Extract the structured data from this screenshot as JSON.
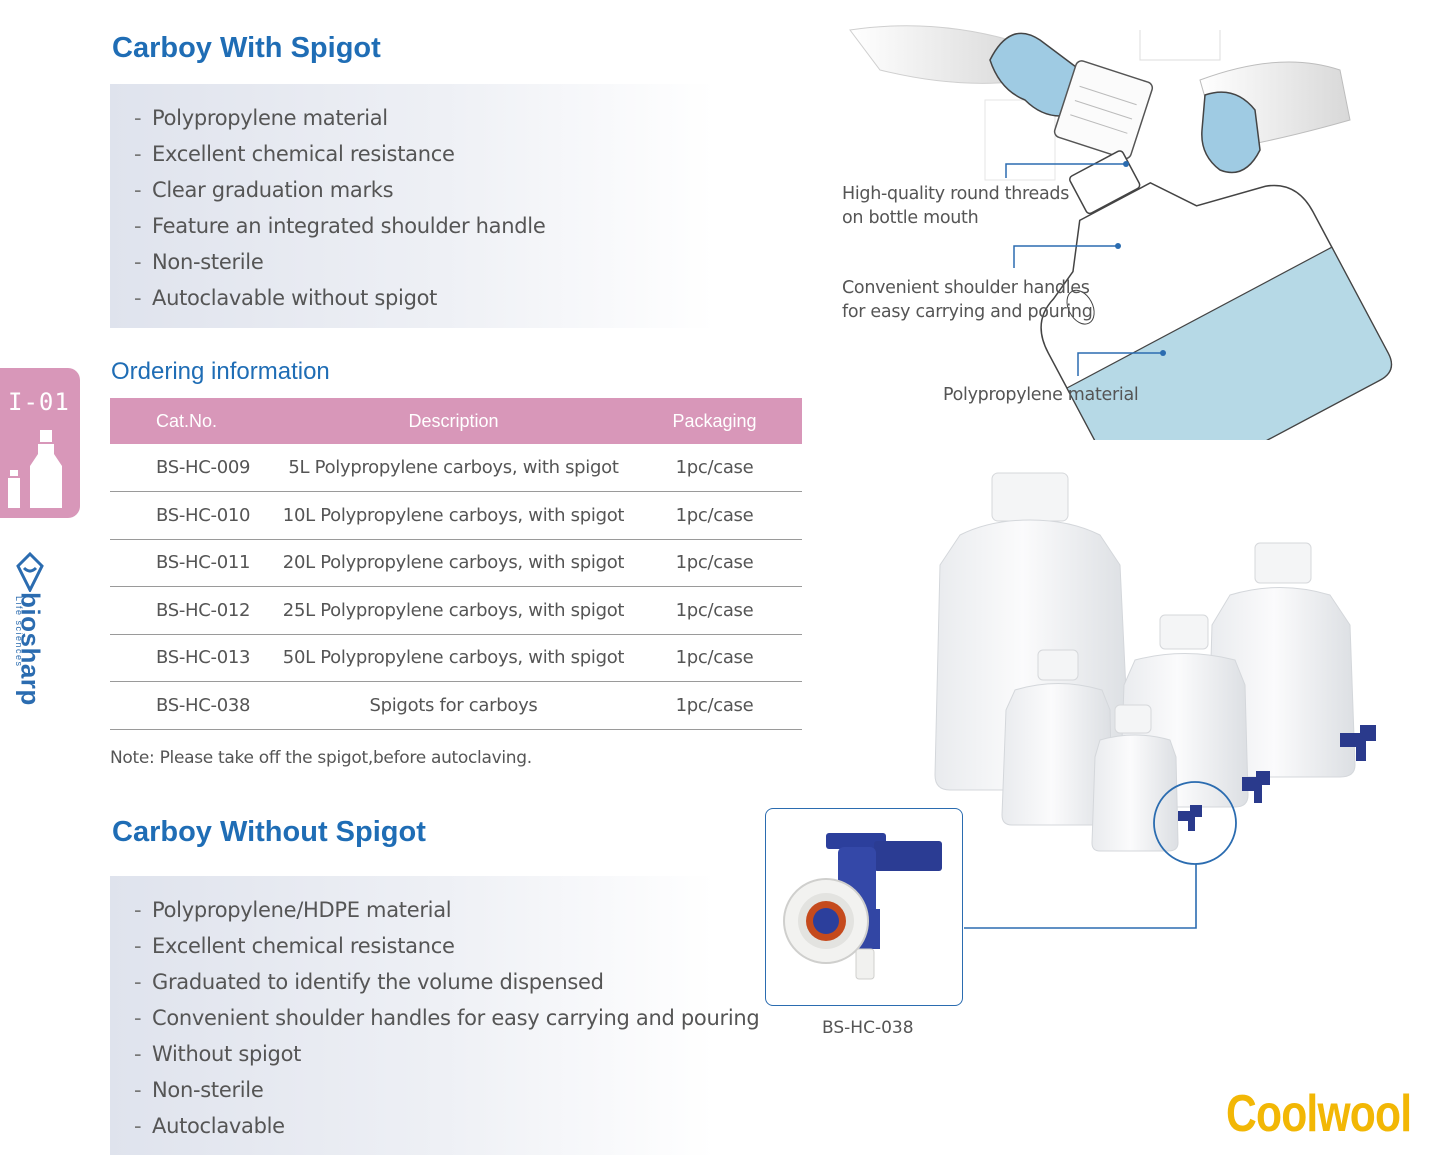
{
  "side_tab": {
    "code": "I-01"
  },
  "brand": {
    "name": "biosharp",
    "tagline": "Life sciences"
  },
  "section1": {
    "title": "Carboy With Spigot",
    "features": [
      "Polypropylene material",
      "Excellent chemical resistance",
      "Clear graduation marks",
      "Feature an integrated shoulder handle",
      "Non-sterile",
      "Autoclavable without spigot"
    ]
  },
  "ordering": {
    "title": "Ordering  information",
    "columns": [
      "Cat.No.",
      "Description",
      "Packaging"
    ],
    "rows": [
      [
        "BS-HC-009",
        "5L Polypropylene carboys, with spigot",
        "1pc/case"
      ],
      [
        "BS-HC-010",
        "10L Polypropylene carboys, with spigot",
        "1pc/case"
      ],
      [
        "BS-HC-011",
        "20L Polypropylene carboys, with spigot",
        "1pc/case"
      ],
      [
        "BS-HC-012",
        "25L Polypropylene carboys, with spigot",
        "1pc/case"
      ],
      [
        "BS-HC-013",
        "50L Polypropylene carboys, with spigot",
        "1pc/case"
      ],
      [
        "BS-HC-038",
        "Spigots for carboys",
        "1pc/case"
      ]
    ],
    "note": "Note: Please take off the spigot,before autoclaving."
  },
  "section2": {
    "title": "Carboy Without Spigot",
    "features": [
      "Polypropylene/HDPE material",
      "Excellent chemical resistance",
      "Graduated to identify the volume dispensed",
      "Convenient shoulder handles for easy carrying and pouring",
      "Without spigot",
      "Non-sterile",
      "Autoclavable"
    ]
  },
  "illustration": {
    "callouts": {
      "threads_line1": "High-quality round threads",
      "threads_line2": "on bottle mouth",
      "handles_line1": "Convenient shoulder handles",
      "handles_line2": "for easy carrying and pouring",
      "material": "Polypropylene material"
    }
  },
  "spigot_image": {
    "label": "BS-HC-038"
  },
  "logo": {
    "text": "Coolwool"
  },
  "colors": {
    "title_blue": "#1f6db5",
    "header_pink": "#d897b9",
    "logo_yellow": "#f2b705",
    "line_blue": "#2b6cb0"
  }
}
